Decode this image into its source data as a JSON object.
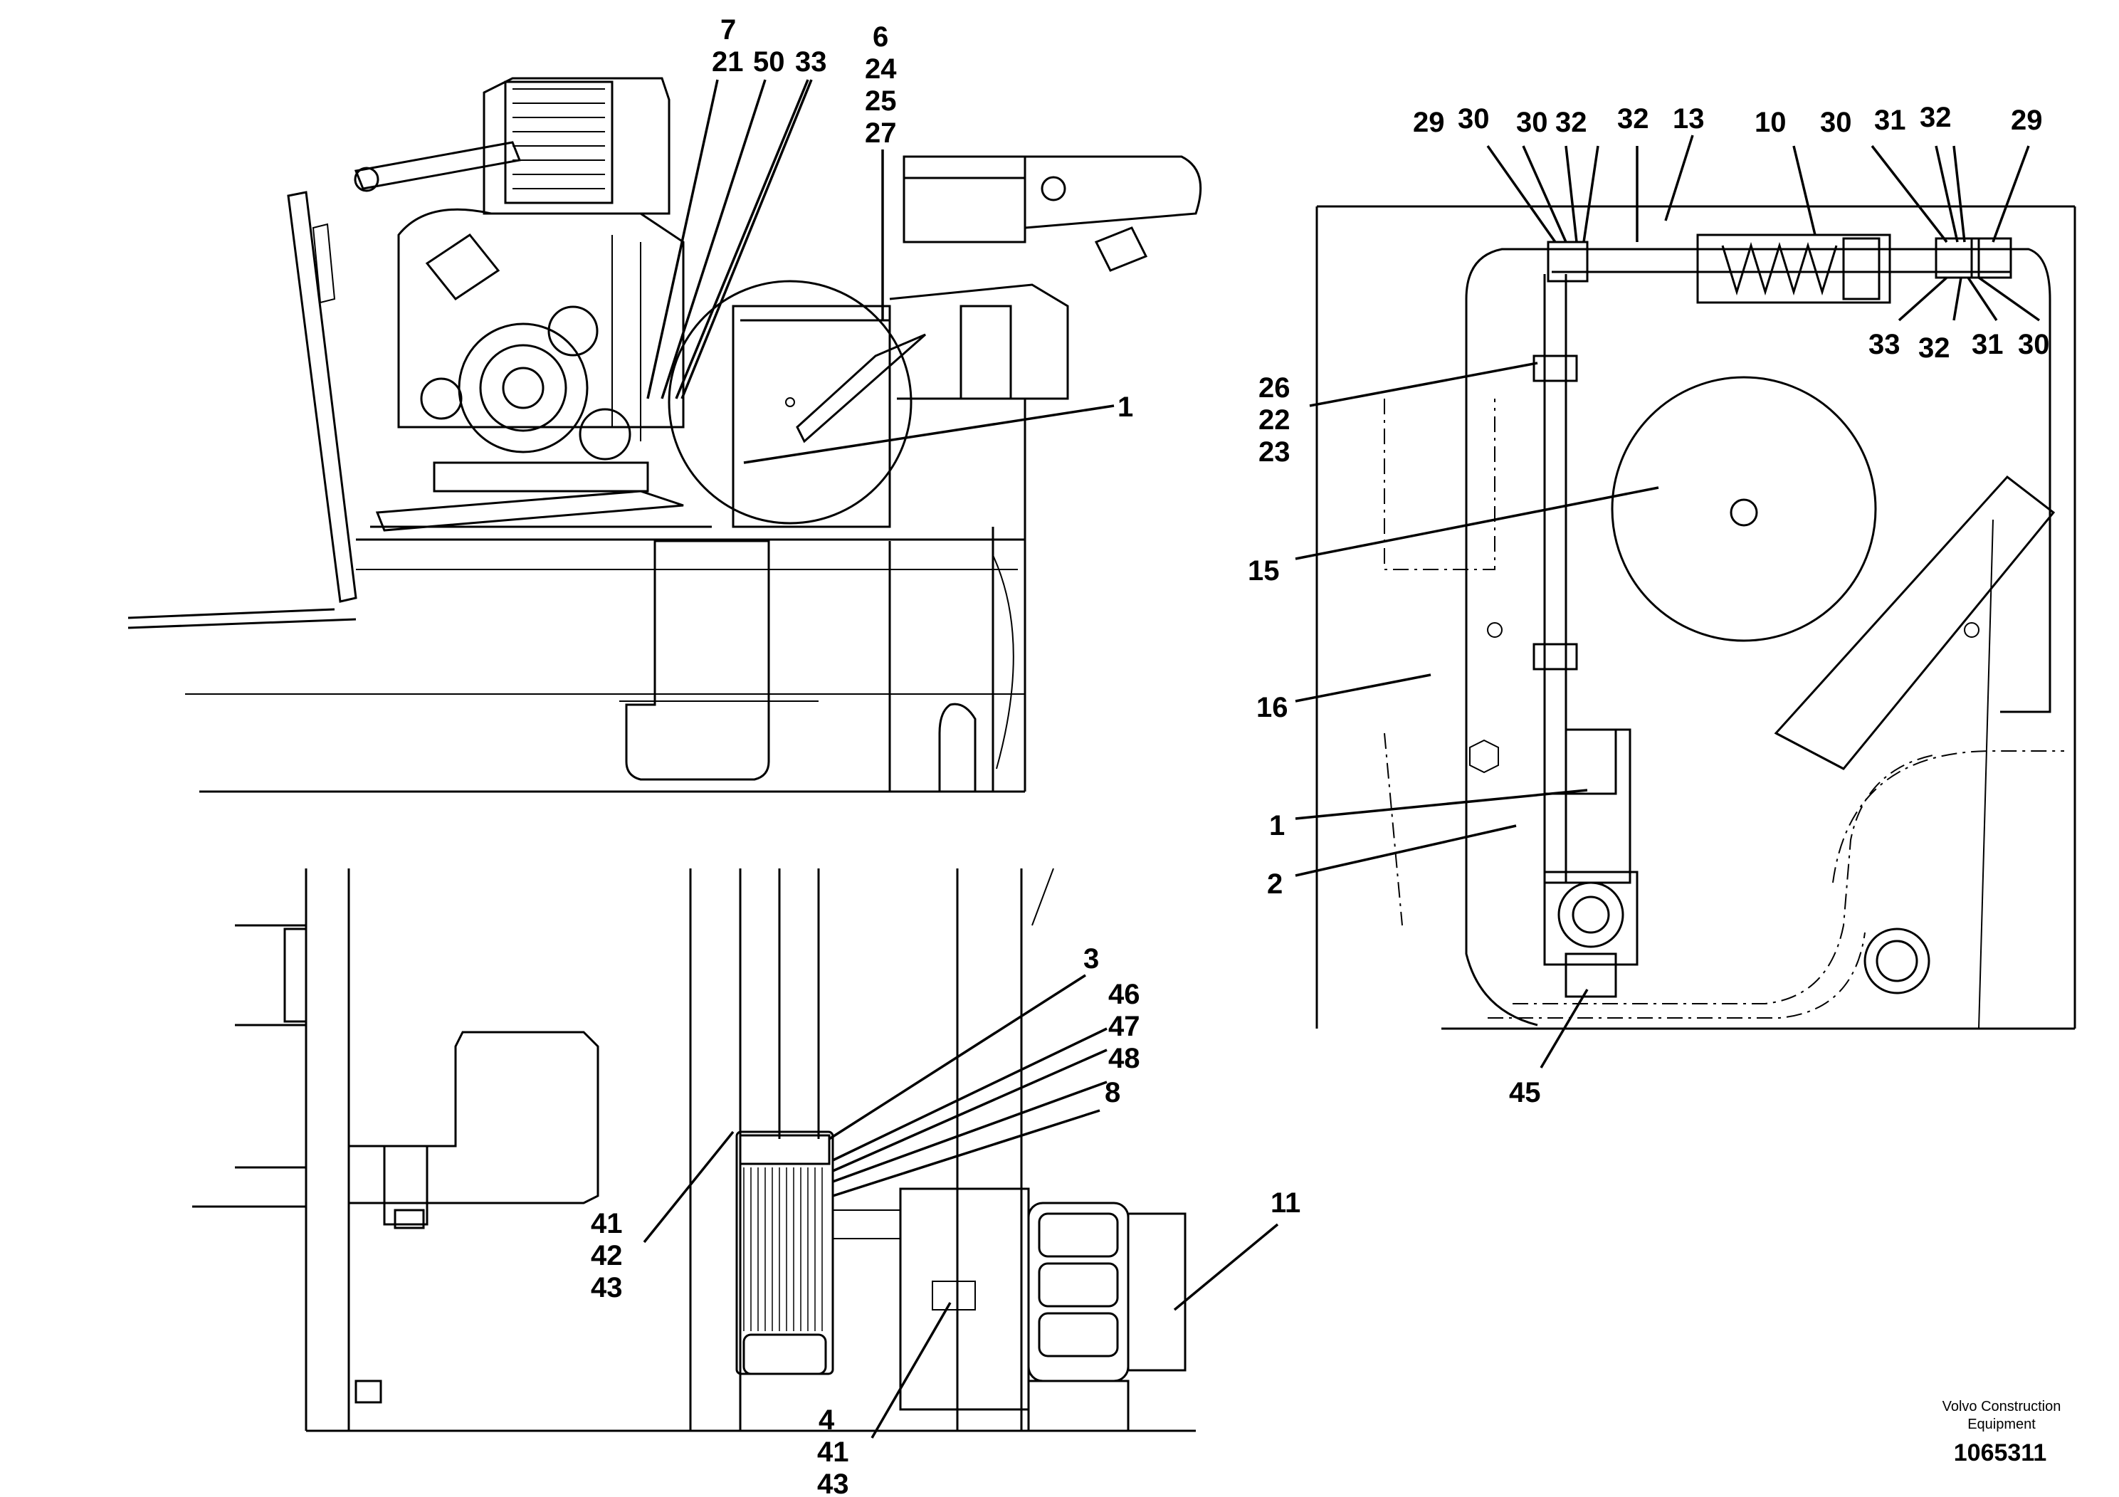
{
  "drawing": {
    "upper_left_view": {
      "callouts": [
        {
          "id": "c7",
          "text": "7"
        },
        {
          "id": "c21",
          "text": "21"
        },
        {
          "id": "c50",
          "text": "50"
        },
        {
          "id": "c33",
          "text": "33"
        },
        {
          "id": "c6",
          "text": "6"
        },
        {
          "id": "c24",
          "text": "24"
        },
        {
          "id": "c25",
          "text": "25"
        },
        {
          "id": "c27",
          "text": "27"
        },
        {
          "id": "c1",
          "text": "1"
        }
      ]
    },
    "right_detail_view": {
      "callouts": [
        {
          "id": "r29a",
          "text": "29"
        },
        {
          "id": "r30a",
          "text": "30"
        },
        {
          "id": "r30b",
          "text": "30"
        },
        {
          "id": "r32a",
          "text": "32"
        },
        {
          "id": "r32b",
          "text": "32"
        },
        {
          "id": "r13",
          "text": "13"
        },
        {
          "id": "r10",
          "text": "10"
        },
        {
          "id": "r30c",
          "text": "30"
        },
        {
          "id": "r31a",
          "text": "31"
        },
        {
          "id": "r32c",
          "text": "32"
        },
        {
          "id": "r29b",
          "text": "29"
        },
        {
          "id": "r33",
          "text": "33"
        },
        {
          "id": "r32d",
          "text": "32"
        },
        {
          "id": "r31b",
          "text": "31"
        },
        {
          "id": "r30d",
          "text": "30"
        },
        {
          "id": "r26",
          "text": "26"
        },
        {
          "id": "r22",
          "text": "22"
        },
        {
          "id": "r23",
          "text": "23"
        },
        {
          "id": "r15",
          "text": "15"
        },
        {
          "id": "r16",
          "text": "16"
        },
        {
          "id": "r1",
          "text": "1"
        },
        {
          "id": "r2",
          "text": "2"
        },
        {
          "id": "r45",
          "text": "45"
        }
      ]
    },
    "lower_left_view": {
      "callouts": [
        {
          "id": "l3",
          "text": "3"
        },
        {
          "id": "l46",
          "text": "46"
        },
        {
          "id": "l47",
          "text": "47"
        },
        {
          "id": "l48",
          "text": "48"
        },
        {
          "id": "l8",
          "text": "8"
        },
        {
          "id": "l41a",
          "text": "41"
        },
        {
          "id": "l42",
          "text": "42"
        },
        {
          "id": "l43a",
          "text": "43"
        },
        {
          "id": "l11",
          "text": "11"
        },
        {
          "id": "l4",
          "text": "4"
        },
        {
          "id": "l41b",
          "text": "41"
        },
        {
          "id": "l43b",
          "text": "43"
        }
      ]
    }
  },
  "footer": {
    "brand_line1": "Volvo Construction",
    "brand_line2": "Equipment",
    "doc_number": "1065311"
  }
}
